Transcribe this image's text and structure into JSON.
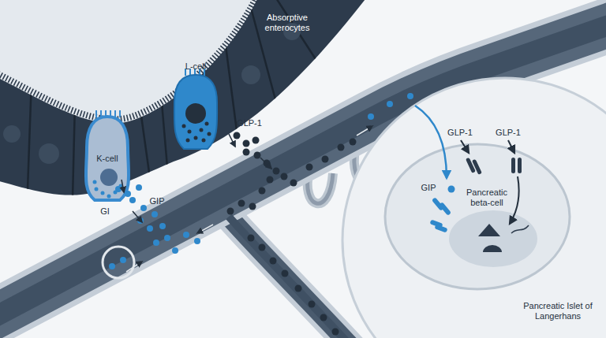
{
  "diagram": {
    "nodes": [
      {
        "text": [
          "K-cell"
        ]
      },
      {
        "text": [
          "L-cell"
        ]
      },
      {
        "text": [
          "Pancreatic Islet of Langerhans"
        ]
      },
      {
        "text": [
          "Pancreatic beta-cell"
        ],
        "in": 2
      }
    ],
    "labels": [
      "Absorptive enterocytes",
      "GI",
      "GIP",
      "GLP-1",
      "GIP",
      "GLP-1",
      "GLP-1"
    ]
  }
}
